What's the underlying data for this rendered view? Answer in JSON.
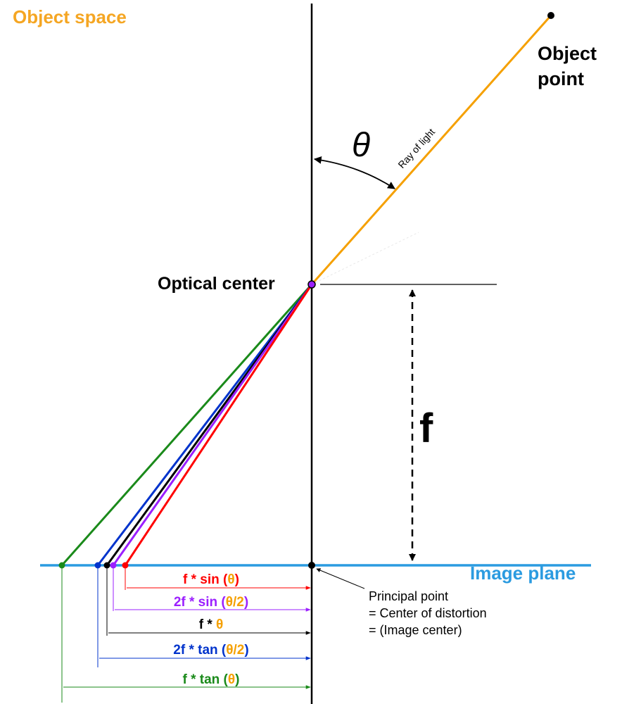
{
  "labels": {
    "object_space": "Object space",
    "object_point_line1": "Object",
    "object_point_line2": "point",
    "theta": "θ",
    "ray_of_light": "Ray of light",
    "optical_center": "Optical center",
    "focal_length": "f",
    "image_plane": "Image plane",
    "principal_point_line1": "Principal point",
    "principal_point_line2": "= Center of distortion",
    "principal_point_line3": "= (Image center)"
  },
  "projections": [
    {
      "id": "f-sin-theta",
      "color": "#ff0000",
      "prefix": "f * sin (",
      "theta": "θ",
      "suffix": ")"
    },
    {
      "id": "2f-sin-half-theta",
      "color": "#9b1fff",
      "prefix": "2f * sin (",
      "theta": "θ/2",
      "suffix": ")"
    },
    {
      "id": "f-theta",
      "color": "#000000",
      "prefix": "f * ",
      "theta": "θ",
      "suffix": ""
    },
    {
      "id": "2f-tan-half-theta",
      "color": "#0033cc",
      "prefix": "2f * tan (",
      "theta": "θ/2",
      "suffix": ")"
    },
    {
      "id": "f-tan-theta",
      "color": "#1a8a1a",
      "prefix": "f * tan (",
      "theta": "θ",
      "suffix": ")"
    }
  ],
  "colors": {
    "object_space_text": "#f5a623",
    "ray": "#f5a000",
    "image_plane": "#2b9be0",
    "theta_orange": "#f5a000"
  }
}
